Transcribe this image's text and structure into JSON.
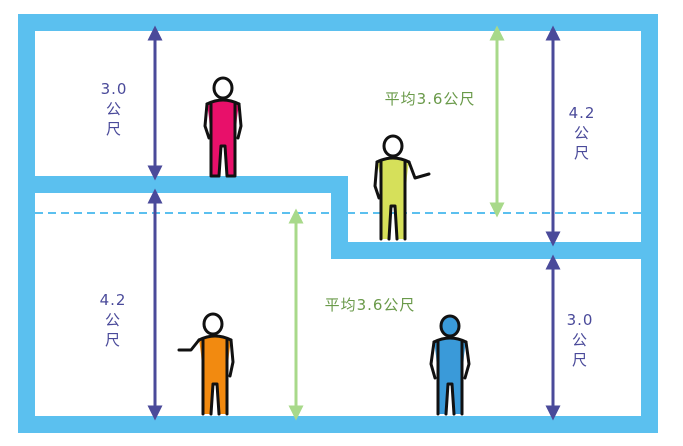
{
  "labels": {
    "top_left": [
      "3.0",
      "公",
      "尺"
    ],
    "top_right": [
      "4.2",
      "公",
      "尺"
    ],
    "bottom_left": [
      "4.2",
      "公",
      "尺"
    ],
    "bottom_right": [
      "3.0",
      "公",
      "尺"
    ],
    "avg_top": "平均3.6公尺",
    "avg_bottom": "平均3.6公尺"
  },
  "colors": {
    "wall": "#5bc0ef",
    "height_arrow": "#4a4a9a",
    "average_arrow": "#a8d98a",
    "average_line": "#5bc0ef",
    "person_top_left": "#e8106a",
    "person_top_right": "#d6e05a",
    "person_bottom_left": "#f28a10",
    "person_bottom_right": "#3a9ad9"
  },
  "icons": [
    "person-magenta-icon",
    "person-yellow-icon",
    "person-orange-icon",
    "person-blue-icon"
  ]
}
